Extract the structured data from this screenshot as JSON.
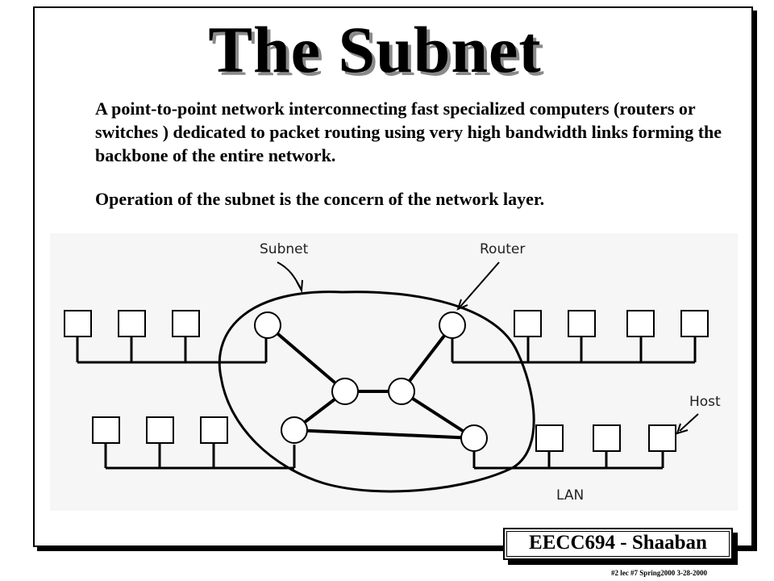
{
  "title": "The Subnet",
  "paragraphs": [
    "A point-to-point network interconnecting fast specialized computers (routers or switches ) dedicated to packet routing using very high bandwidth links forming the backbone of the entire network.",
    "Operation of the subnet is the concern of the network layer."
  ],
  "figure": {
    "labels": {
      "subnet": "Subnet",
      "router": "Router",
      "host": "Host",
      "lan": "LAN"
    }
  },
  "footer": {
    "badge": "EECC694 - Shaaban",
    "note": "#2 lec #7 Spring2000 3-28-2000"
  }
}
